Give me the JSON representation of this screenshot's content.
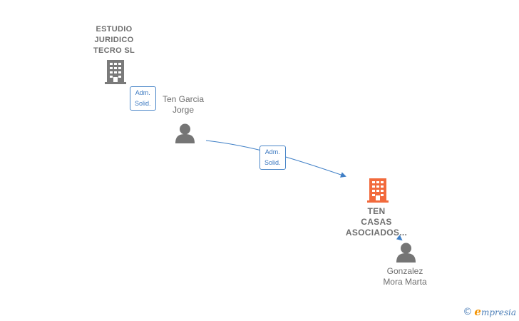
{
  "nodes": {
    "estudio": {
      "line1": "ESTUDIO",
      "line2": "JURIDICO",
      "line3": "TECRO SL"
    },
    "ten_garcia": {
      "line1": "Ten Garcia",
      "line2": "Jorge"
    },
    "ten_casas": {
      "line1": "TEN",
      "line2": "CASAS",
      "line3": "ASOCIADOS..."
    },
    "gonzalez": {
      "line1": "Gonzalez",
      "line2": "Mora Marta"
    }
  },
  "edges": {
    "estudio_to_ten_garcia": {
      "line1": "Adm.",
      "line2": "Solid."
    },
    "ten_garcia_to_ten_casas": {
      "line1": "Adm.",
      "line2": "Solid."
    }
  },
  "colors": {
    "company": "#7a7a7a",
    "focus_company": "#f26a3c",
    "person": "#757575",
    "edge": "#3f7fc6"
  },
  "brand": {
    "copyright": "©",
    "e_letter": "e",
    "name": "mpresia"
  }
}
